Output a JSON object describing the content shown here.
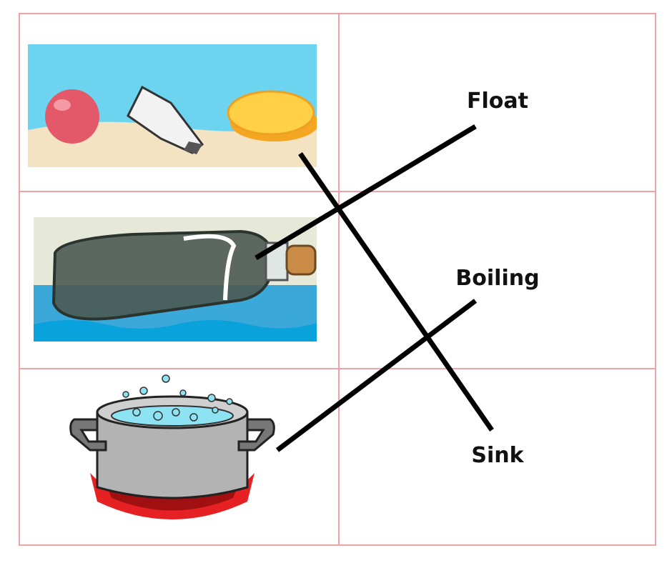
{
  "labels": {
    "float": "Float",
    "boiling": "Boiling",
    "sink": "Sink"
  },
  "pictures": {
    "row1": "beach-objects-picture",
    "row2": "floating-bottle-picture",
    "row3": "boiling-pot-picture"
  },
  "connections": [
    {
      "from": "bottle",
      "to": "float"
    },
    {
      "from": "beach-objects",
      "to": "sink"
    },
    {
      "from": "pot",
      "to": "boiling"
    }
  ],
  "colors": {
    "grid": "#f0a3a6",
    "line": "#000000"
  }
}
